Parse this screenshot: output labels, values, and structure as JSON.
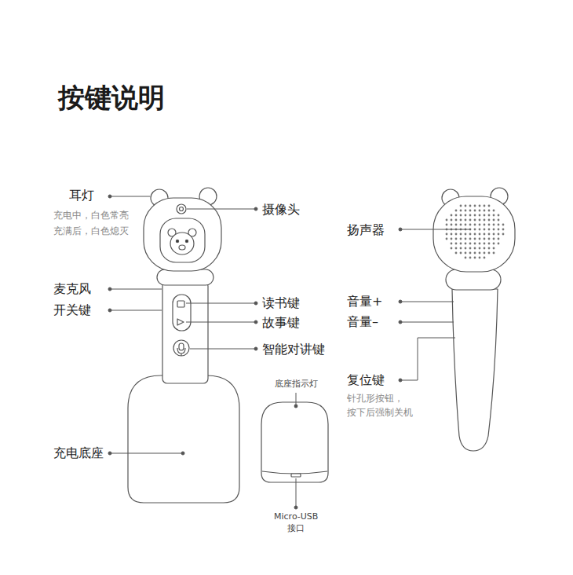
{
  "diagram": {
    "title": "按键说明",
    "labels": [
      "耳灯",
      "充电中，白色常亮",
      "充满后，白色熄灭",
      "摄像头",
      "扬声器",
      "麦克风",
      "开关键",
      "读书键",
      "故事键",
      "智能对讲键",
      "音量+",
      "音量–",
      "复位键",
      "针孔形按钮，",
      "按下后强制关机",
      "底座指示灯",
      "充电底座",
      "Micro-USB",
      "接口"
    ]
  }
}
